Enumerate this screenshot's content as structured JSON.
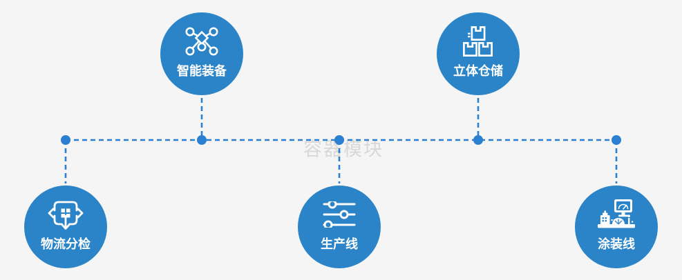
{
  "diagram": {
    "watermark": "容器模块",
    "nodes": [
      {
        "label": "智能装备",
        "icon": "network-nodes-icon"
      },
      {
        "label": "立体仓储",
        "icon": "stacked-boxes-icon"
      },
      {
        "label": "物流分检",
        "icon": "distribute-arrows-icon"
      },
      {
        "label": "生产线",
        "icon": "sliders-icon"
      },
      {
        "label": "涂装线",
        "icon": "spray-console-icon"
      }
    ],
    "colors": {
      "node_fill": "#2b84c7",
      "connector": "#2a7fd0",
      "background": "#f5f5f6",
      "label_text": "#ffffff",
      "watermark_text": "#d8d8d8"
    }
  }
}
